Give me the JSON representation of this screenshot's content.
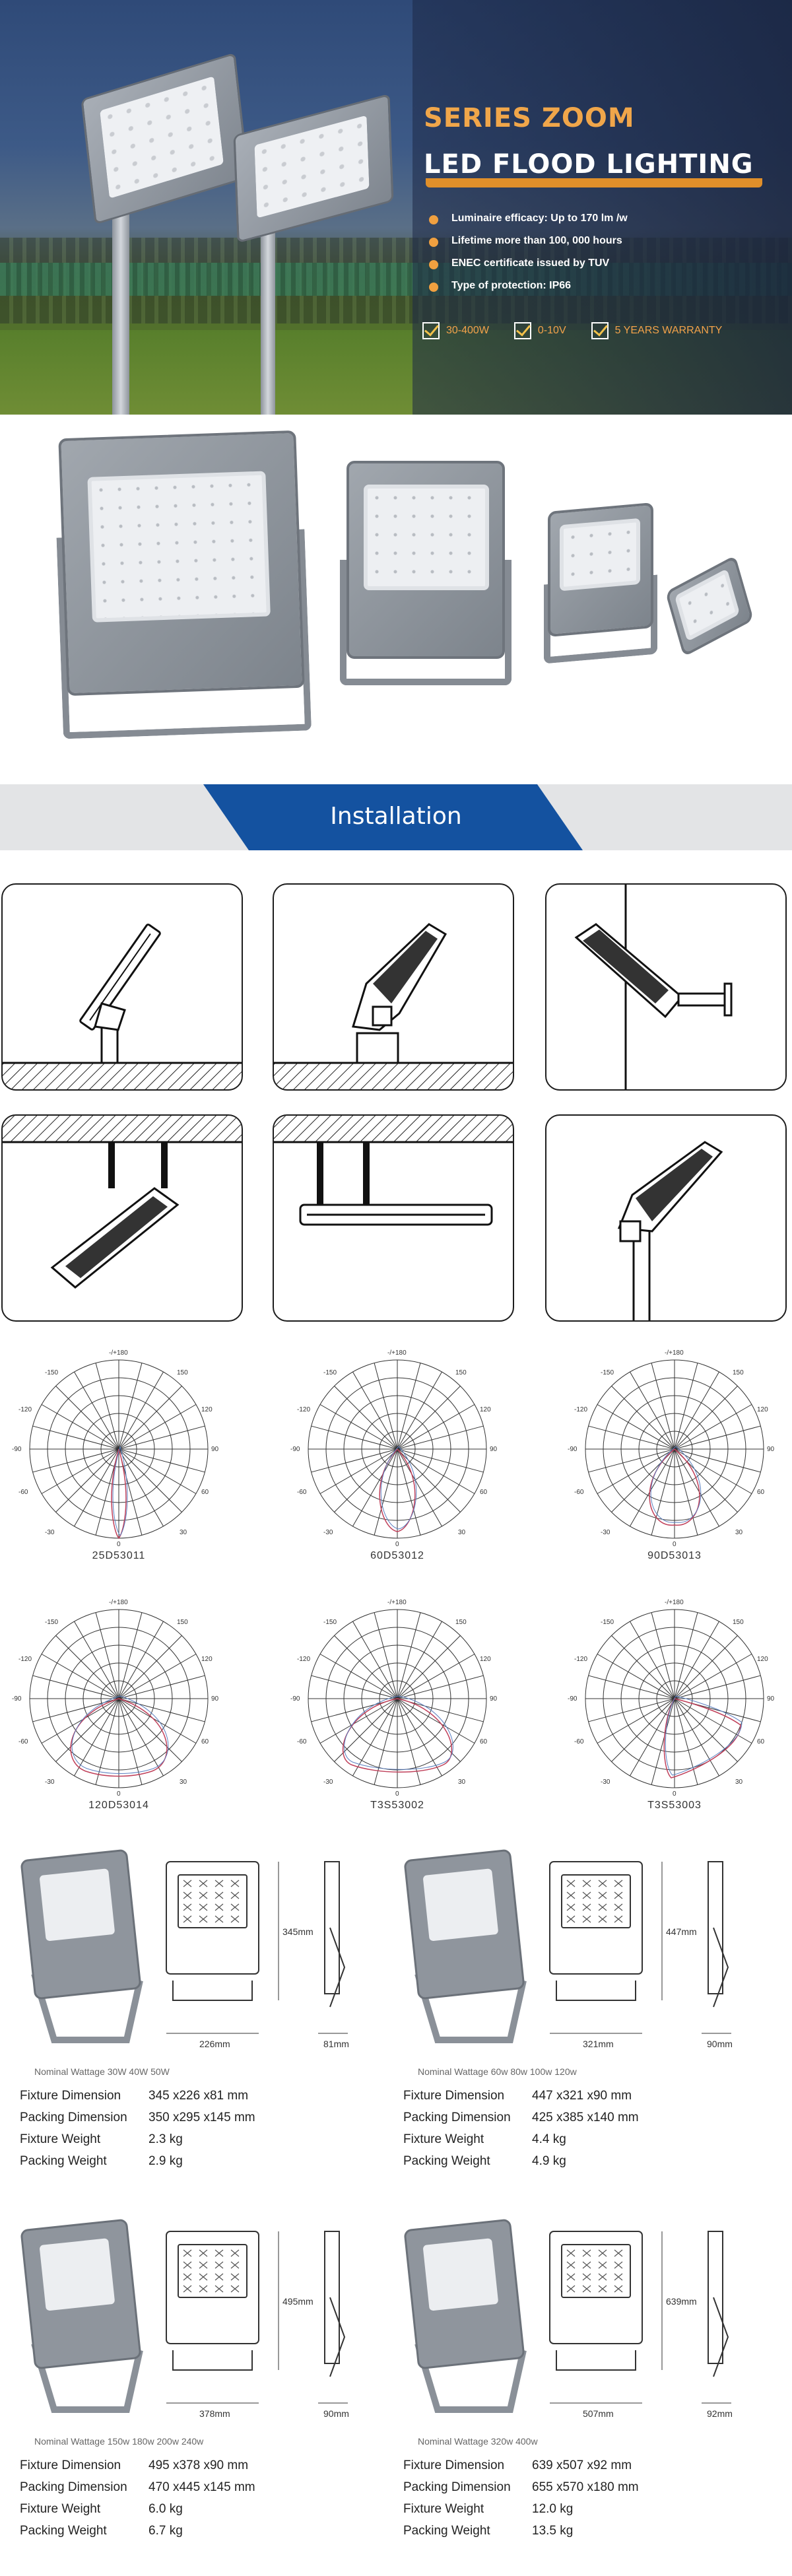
{
  "hero": {
    "title_line1": "SERIES ZOOM",
    "title_line2": "LED FLOOD LIGHTING",
    "bullets": [
      "Luminaire efficacy: Up to 170 lm /w",
      "Lifetime more than 100, 000 hours",
      "ENEC certificate issued by TUV",
      "Type of protection: IP66"
    ],
    "checks": [
      "30-400W",
      "0-10V",
      "5 YEARS WARRANTY"
    ],
    "colors": {
      "accent": "#f0a64a",
      "banner_blue": "#1452a0"
    }
  },
  "installation": {
    "title": "Installation"
  },
  "polar_common": {
    "top_label": "-/+180",
    "left_labels": [
      "-150",
      "-120",
      "-90",
      "-60",
      "-30"
    ],
    "right_labels": [
      "150",
      "120",
      "90",
      "60",
      "30"
    ],
    "bottom_label": "0"
  },
  "polar_charts": [
    {
      "label": "25D53011"
    },
    {
      "label": "60D53012"
    },
    {
      "label": "90D53013"
    },
    {
      "label": "120D53014"
    },
    {
      "label": "T3S53002"
    },
    {
      "label": "T3S53003"
    }
  ],
  "spec_labels": {
    "fixture_dimension": "Fixture Dimension",
    "packing_dimension": "Packing Dimension",
    "fixture_weight": "Fixture Weight",
    "packing_weight": "Packing Weight"
  },
  "models": [
    {
      "nominal": "Nominal Wattage 30W 40W 50W",
      "height": "345mm",
      "width": "226mm",
      "depth": "81mm",
      "fixture_dimension": "345 x226 x81 mm",
      "packing_dimension": "350 x295 x145 mm",
      "fixture_weight": "2.3 kg",
      "packing_weight": "2.9 kg"
    },
    {
      "nominal": "Nominal Wattage 60w 80w 100w 120w",
      "height": "447mm",
      "width": "321mm",
      "depth": "90mm",
      "fixture_dimension": "447 x321 x90 mm",
      "packing_dimension": "425 x385 x140 mm",
      "fixture_weight": "4.4 kg",
      "packing_weight": "4.9 kg"
    },
    {
      "nominal": "Nominal Wattage 150w 180w 200w 240w",
      "height": "495mm",
      "width": "378mm",
      "depth": "90mm",
      "fixture_dimension": "495 x378 x90 mm",
      "packing_dimension": "470 x445 x145 mm",
      "fixture_weight": "6.0 kg",
      "packing_weight": "6.7 kg"
    },
    {
      "nominal": "Nominal Wattage 320w 400w",
      "height": "639mm",
      "width": "507mm",
      "depth": "92mm",
      "fixture_dimension": "639 x507 x92 mm",
      "packing_dimension": "655 x570 x180 mm",
      "fixture_weight": "12.0 kg",
      "packing_weight": "13.5 kg"
    }
  ]
}
